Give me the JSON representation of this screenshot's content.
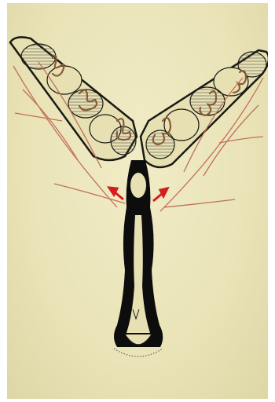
{
  "figure": {
    "background": "#ece6bc",
    "outline_color": "#1a1a14",
    "vessel_color": "#c0705a",
    "gland_color": "#8a5a3a",
    "arrow_color": "#d21e1e",
    "duct_fill": "#0d0d0d",
    "lobule_fill": "#e6e0b2",
    "lobule_count_per_arm": 5,
    "arrows": 2,
    "icons": [
      "left-red-arrow",
      "right-red-arrow"
    ]
  }
}
